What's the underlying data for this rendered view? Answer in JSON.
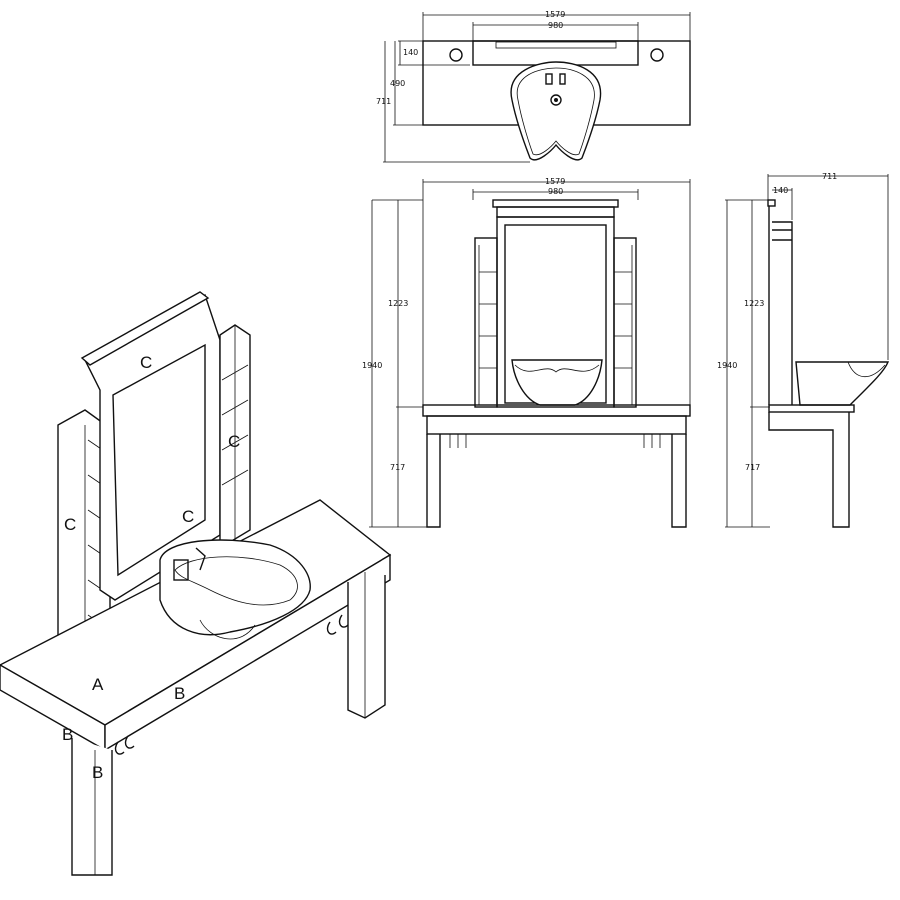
{
  "top_view": {
    "width_total": "1579",
    "width_mirror": "980",
    "depth_shelf": "140",
    "depth_table": "490",
    "depth_total": "711"
  },
  "front_view": {
    "width_total": "1579",
    "width_mirror": "980",
    "height_upper": "1223",
    "height_total": "1940",
    "height_table": "717"
  },
  "side_view": {
    "depth_total": "711",
    "depth_shelf": "140",
    "height_upper": "1223",
    "height_total": "1940",
    "height_table": "717"
  },
  "iso_labels": {
    "tabletop": "A",
    "apron_front": "B",
    "apron_side": "B",
    "leg": "B",
    "crown": "C",
    "tower_left": "C",
    "tower_right": "C",
    "mirror_bottom": "C"
  }
}
